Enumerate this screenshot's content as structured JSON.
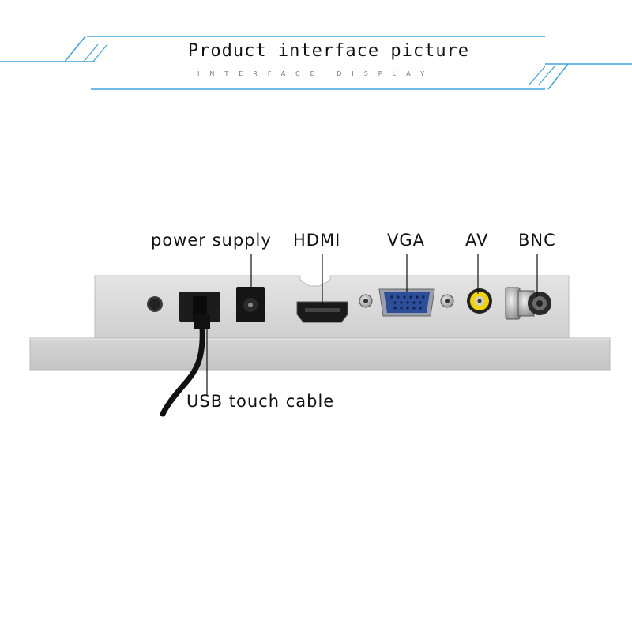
{
  "header": {
    "title": "Product interface picture",
    "subtitle": "INTERFACE DISPLAY",
    "accent_color": "#3fa3e0"
  },
  "labels": {
    "power_supply": "power supply",
    "hdmi": "HDMI",
    "vga": "VGA",
    "av": "AV",
    "bnc": "BNC",
    "usb_touch_cable": "USB touch cable"
  },
  "colors": {
    "panel": "#d9d9d9",
    "panel_edge": "#bdbdbd",
    "vga_blue": "#2d4f9a",
    "av_yellow": "#f2d400",
    "cable": "#111111"
  }
}
